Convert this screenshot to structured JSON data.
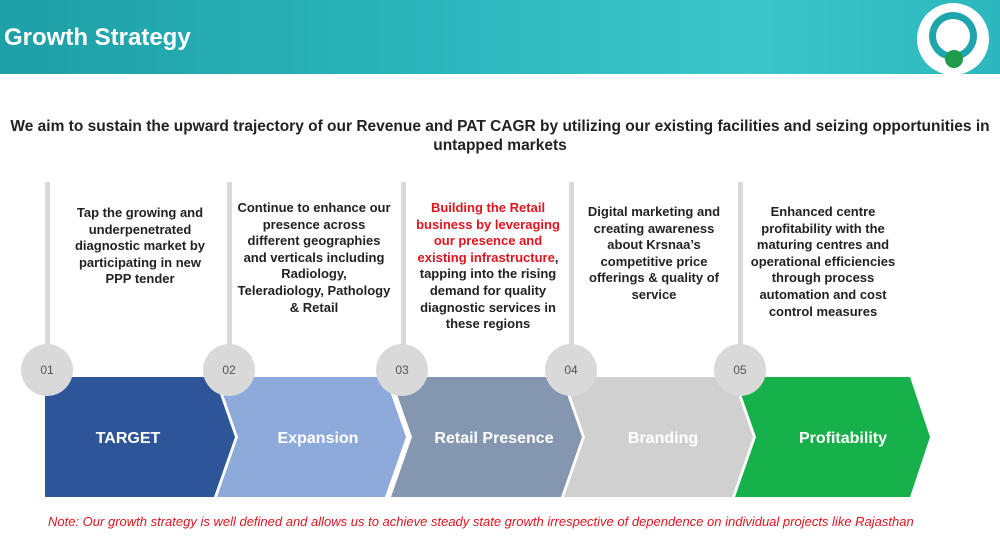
{
  "header": {
    "title": "Growth Strategy"
  },
  "intro": "We aim to sustain the upward trajectory of our Revenue and PAT CAGR by utilizing our existing facilities and seizing opportunities in untapped markets",
  "steps": [
    {
      "number": "01",
      "label": "TARGET",
      "color": "#2e5597",
      "label_color": "#ffffff",
      "description": "Tap the growing and underpenetrated diagnostic market by participating in new PPP tender"
    },
    {
      "number": "02",
      "label": "Expansion",
      "color": "#8eaadb",
      "label_color": "#ffffff",
      "description": "Continue to enhance our presence across different geographies and verticals including Radiology, Teleradiology, Pathology & Retail"
    },
    {
      "number": "03",
      "label": "Retail Presence",
      "color": "#8496b0",
      "label_color": "#ffffff",
      "description_highlight": "Building the Retail business by leveraging our presence and existing infrastructure",
      "description": ", tapping into the rising demand for quality diagnostic services in these regions"
    },
    {
      "number": "04",
      "label": "Branding",
      "color": "#d0d0d0",
      "label_color": "#ffffff",
      "description": "Digital marketing and creating awareness about Krsnaa’s competitive price offerings & quality of service"
    },
    {
      "number": "05",
      "label": "Profitability",
      "color": "#16b14a",
      "label_color": "#ffffff",
      "description": "Enhanced centre profitability with the maturing centres and operational efficiencies through process automation and cost control measures"
    }
  ],
  "note": "Note: Our growth strategy is well defined and allows us to achieve steady state growth irrespective of dependence on individual projects like Rajasthan"
}
